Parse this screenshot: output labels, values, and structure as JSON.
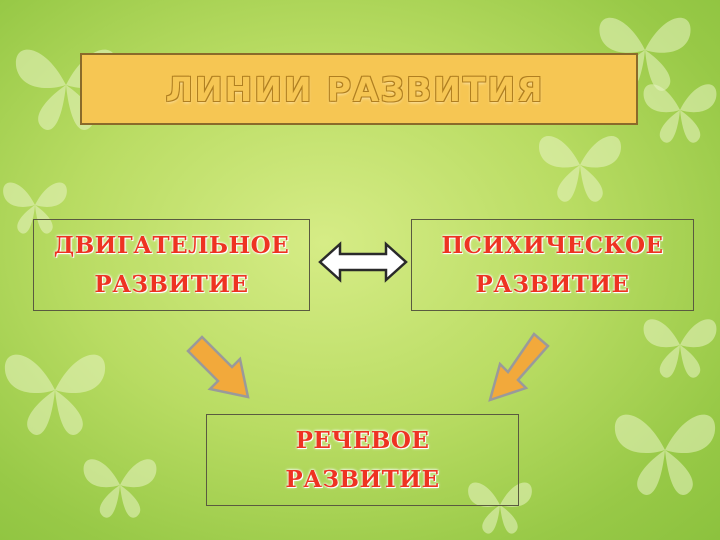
{
  "title": "ЛИНИИ РАЗВИТИЯ",
  "nodes": {
    "motor": {
      "line1": "ДВИГАТЕЛЬНОЕ",
      "line2": "РАЗВИТИЕ"
    },
    "mental": {
      "line1": "ПСИХИЧЕСКОЕ",
      "line2": "РАЗВИТИЕ"
    },
    "speech": {
      "line1": "РЕЧЕВОЕ",
      "line2": "РАЗВИТИЕ"
    }
  },
  "connectors": [
    {
      "from": "motor",
      "to": "mental",
      "style": "double-headed"
    },
    {
      "from": "motor",
      "to": "speech",
      "style": "single-headed"
    },
    {
      "from": "mental",
      "to": "speech",
      "style": "single-headed"
    }
  ],
  "colors": {
    "background": "#b9dc63",
    "title_fill": "#f6c653",
    "node_text": "#ee3322",
    "arrow_fill": "#f2a93b"
  }
}
